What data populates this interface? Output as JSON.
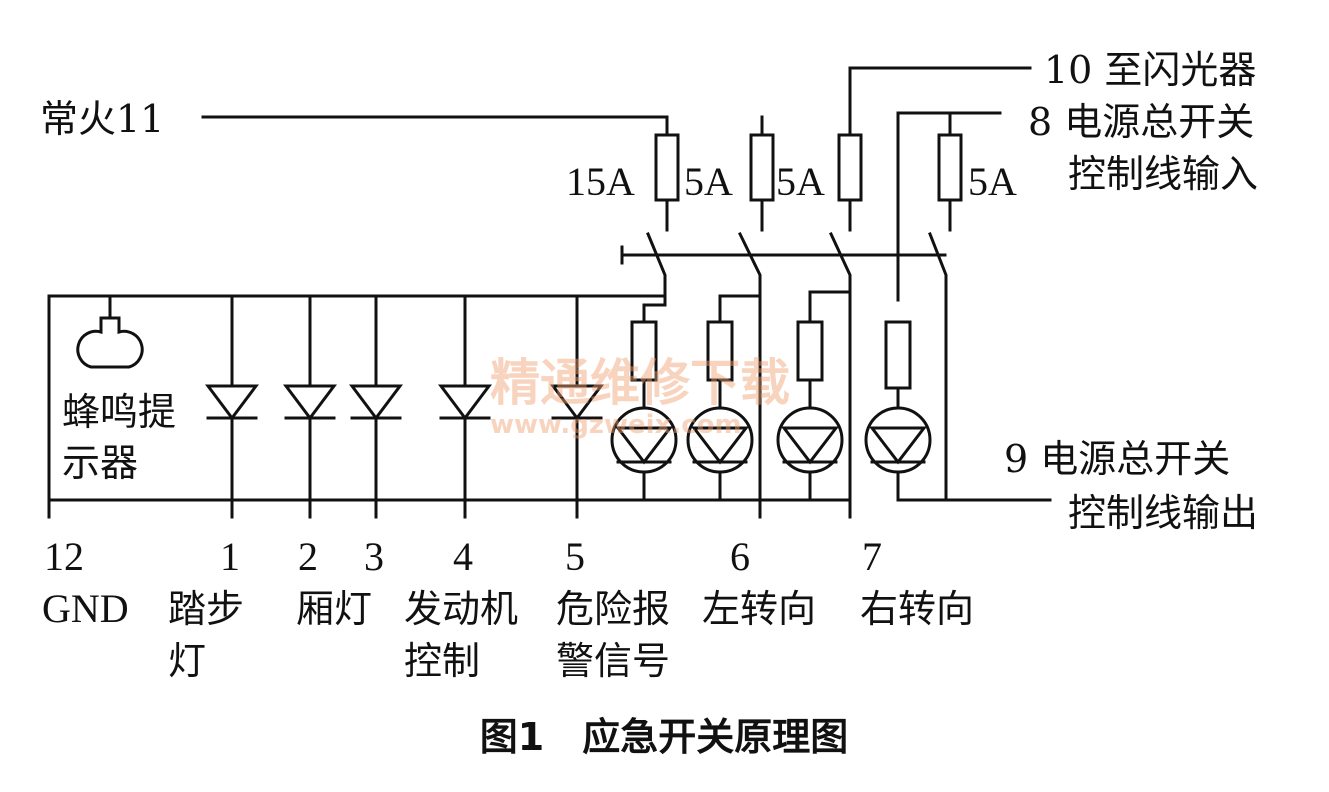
{
  "inputs": {
    "constant_power": "常火11",
    "flasher": "10 至闪光器",
    "master_in_1": "8 电源总开关",
    "master_in_2": "控制线输入",
    "master_out_1": "9  电源总开关",
    "master_out_2": "控制线输出"
  },
  "fuses": [
    "15A",
    "5A",
    "5A",
    "5A"
  ],
  "buzzer": {
    "line1": "蜂鸣提",
    "line2": "示器"
  },
  "terminals": [
    {
      "num": "12",
      "line1": "GND",
      "line2": ""
    },
    {
      "num": "1",
      "line1": "踏步",
      "line2": "灯"
    },
    {
      "num": "2",
      "line1": "厢灯",
      "line2": ""
    },
    {
      "num": "3",
      "line1": "",
      "line2": ""
    },
    {
      "num": "4",
      "line1": "发动机",
      "line2": "控制"
    },
    {
      "num": "5",
      "line1": "危险报",
      "line2": "警信号"
    },
    {
      "num": "6",
      "line1": "左转向",
      "line2": ""
    },
    {
      "num": "7",
      "line1": "右转向",
      "line2": ""
    }
  ],
  "watermark": {
    "text": "精通维修下载",
    "url": "www.gzweix.com"
  },
  "caption": "图1　应急开关原理图"
}
